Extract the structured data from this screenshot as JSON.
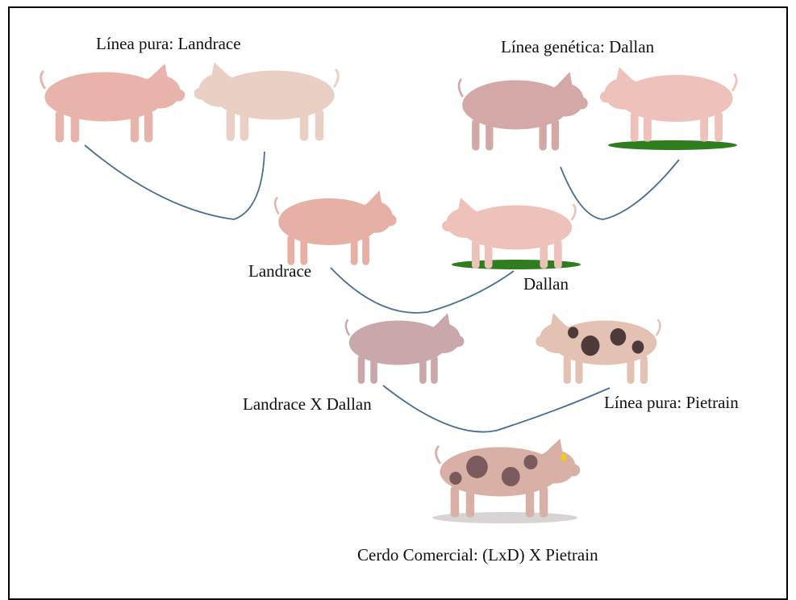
{
  "labels": {
    "landrace_pure": "Línea pura: Landrace",
    "dallan_genetic": "Línea genética: Dallan",
    "landrace": "Landrace",
    "dallan": "Dallan",
    "landrace_x_dallan": "Landrace X Dallan",
    "pietrain_pure": "Línea pura: Pietrain",
    "commercial": "Cerdo Comercial: (LxD) X Pietrain"
  },
  "colors": {
    "connector": "#4a6d96",
    "pig_pink": "#e8b3ab",
    "pig_pale": "#eacfc4",
    "pig_gray": "#c9a7ab",
    "pietrain_spot": "#4f3a3a",
    "grass": "#2f7d1f"
  }
}
